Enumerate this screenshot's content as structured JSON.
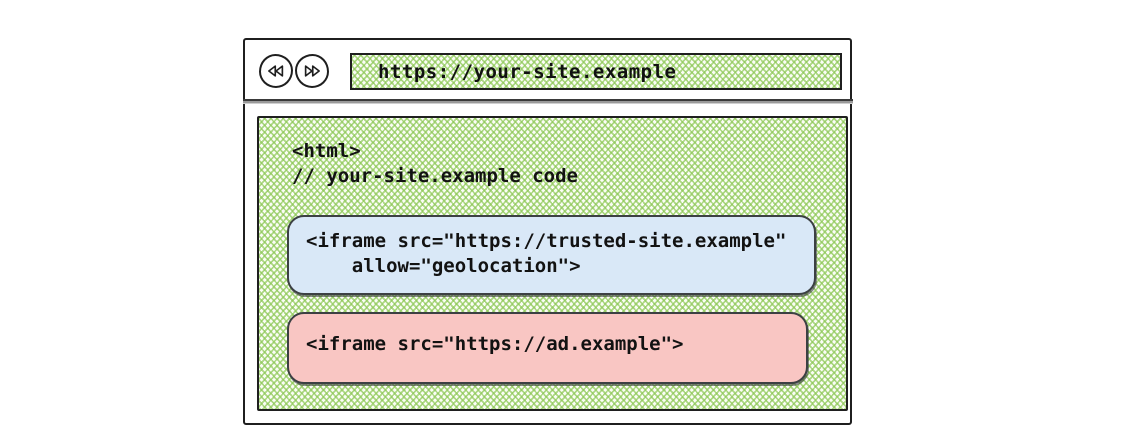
{
  "colors": {
    "outline": "#1f1f1f",
    "hatch_green": "#8bc753",
    "trusted_iframe_blue": "#d9e8f7",
    "ad_iframe_red": "#f9c6c3",
    "code_text": "#121212"
  },
  "browser": {
    "nav": {
      "back_icon": "double-left-arrow",
      "forward_icon": "double-right-arrow"
    },
    "url_bar": {
      "value": "https://your-site.example"
    }
  },
  "page": {
    "host_code_lines": {
      "line1": "<html>",
      "line2": "// your-site.example code"
    },
    "trusted_iframe": {
      "line1": "<iframe src=\"https://trusted-site.example\"",
      "line2": "    allow=\"geolocation\">"
    },
    "ad_iframe": {
      "line1": "<iframe src=\"https://ad.example\">"
    }
  }
}
